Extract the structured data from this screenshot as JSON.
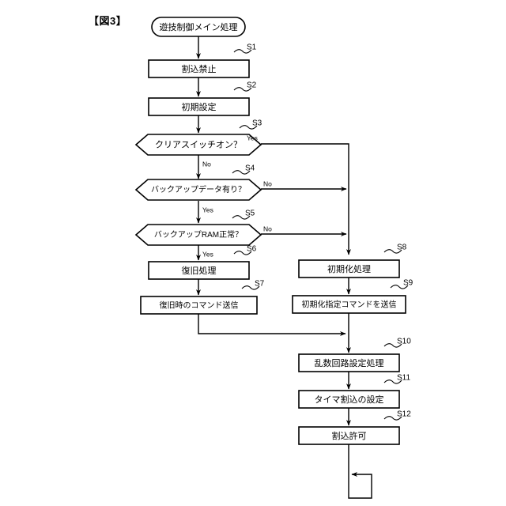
{
  "figure": {
    "title": "【図3】",
    "type": "flowchart"
  },
  "chart_data": {
    "type": "diagram",
    "title": "【図3】",
    "nodes": [
      {
        "id": "start",
        "step": "",
        "shape": "terminal",
        "label": "遊技制御メイン処理"
      },
      {
        "id": "s1",
        "step": "S1",
        "shape": "process",
        "label": "割込禁止"
      },
      {
        "id": "s2",
        "step": "S2",
        "shape": "process",
        "label": "初期設定"
      },
      {
        "id": "s3",
        "step": "S3",
        "shape": "decision",
        "label": "クリアスイッチオン？"
      },
      {
        "id": "s4",
        "step": "S4",
        "shape": "decision",
        "label": "バックアップデータ有り？"
      },
      {
        "id": "s5",
        "step": "S5",
        "shape": "decision",
        "label": "バックアップRAM正常？"
      },
      {
        "id": "s6",
        "step": "S6",
        "shape": "process",
        "label": "復旧処理"
      },
      {
        "id": "s7",
        "step": "S7",
        "shape": "process",
        "label": "復旧時のコマンド送信"
      },
      {
        "id": "s8",
        "step": "S8",
        "shape": "process",
        "label": "初期化処理"
      },
      {
        "id": "s9",
        "step": "S9",
        "shape": "process",
        "label": "初期化指定コマンドを送信"
      },
      {
        "id": "s10",
        "step": "S10",
        "shape": "process",
        "label": "乱数回路設定処理"
      },
      {
        "id": "s11",
        "step": "S11",
        "shape": "process",
        "label": "タイマ割込の設定"
      },
      {
        "id": "s12",
        "step": "S12",
        "shape": "process",
        "label": "割込許可"
      }
    ],
    "edges": [
      {
        "from": "start",
        "to": "s1",
        "label": ""
      },
      {
        "from": "s1",
        "to": "s2",
        "label": ""
      },
      {
        "from": "s2",
        "to": "s3",
        "label": ""
      },
      {
        "from": "s3",
        "to": "s4",
        "label": "No"
      },
      {
        "from": "s3",
        "to": "s8",
        "label": "Yes"
      },
      {
        "from": "s4",
        "to": "s5",
        "label": "Yes"
      },
      {
        "from": "s4",
        "to": "s8",
        "label": "No"
      },
      {
        "from": "s5",
        "to": "s6",
        "label": "Yes"
      },
      {
        "from": "s5",
        "to": "s8",
        "label": "No"
      },
      {
        "from": "s6",
        "to": "s7",
        "label": ""
      },
      {
        "from": "s7",
        "to": "s10",
        "label": ""
      },
      {
        "from": "s8",
        "to": "s9",
        "label": ""
      },
      {
        "from": "s9",
        "to": "s10",
        "label": ""
      },
      {
        "from": "s10",
        "to": "s11",
        "label": ""
      },
      {
        "from": "s11",
        "to": "s12",
        "label": ""
      },
      {
        "from": "s12",
        "to": "s12",
        "label": "loop"
      }
    ],
    "branch_labels": {
      "s3_yes": "Yes",
      "s3_no": "No",
      "s4_no": "No",
      "s4_yes": "Yes",
      "s5_no": "No",
      "s5_yes": "Yes"
    },
    "step_labels": [
      "S1",
      "S2",
      "S3",
      "S4",
      "S5",
      "S6",
      "S7",
      "S8",
      "S9",
      "S10",
      "S11",
      "S12"
    ],
    "colors": {
      "stroke": "#000000",
      "fill": "#ffffff",
      "background": "#ffffff"
    }
  }
}
